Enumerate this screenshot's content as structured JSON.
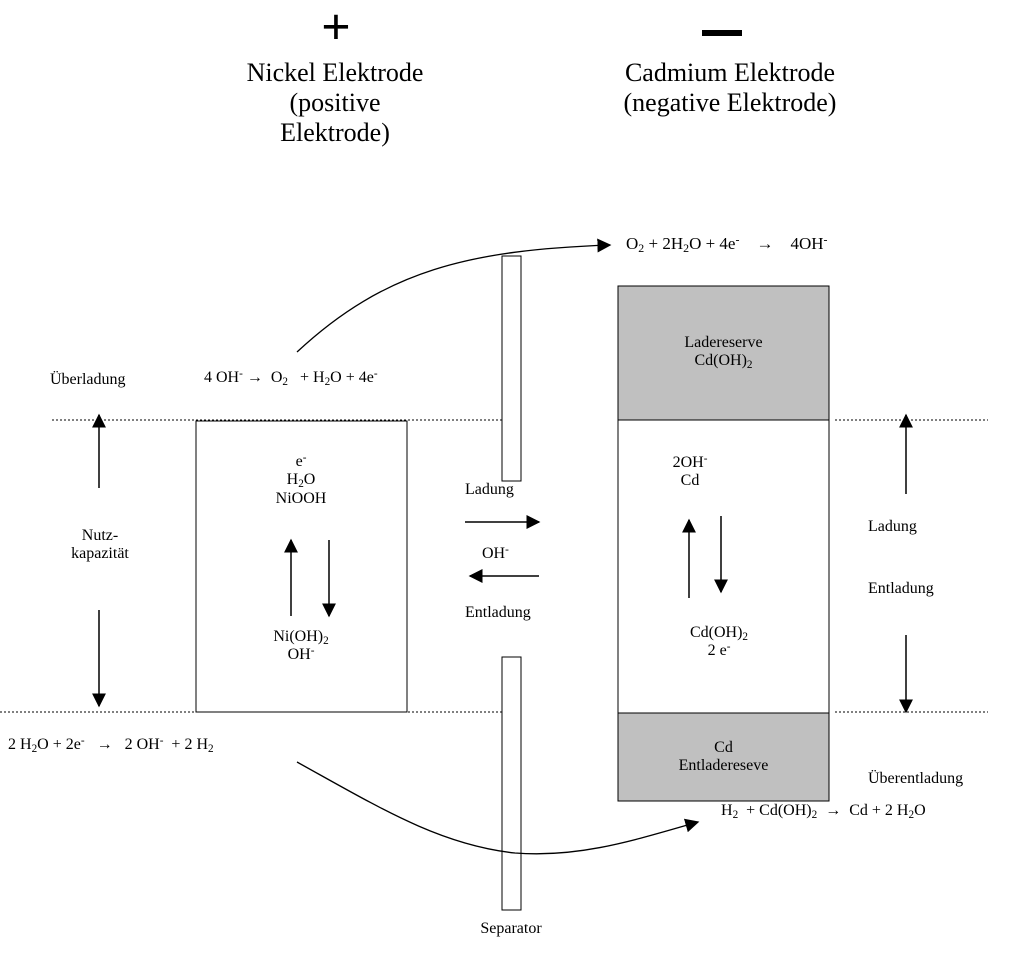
{
  "header": {
    "plus_symbol": "+",
    "minus_symbol": "–",
    "nickel_line1": "Nickel Elektrode",
    "nickel_line2": "(positive",
    "nickel_line3": "Elektrode)",
    "cadmium_line1": "Cadmium Elektrode",
    "cadmium_line2": "(negative Elektrode)"
  },
  "top_reaction": {
    "o2": "O",
    "o2_sub": "2",
    "plus_2": "+ 2H",
    "h2o_sub": "2",
    "o_plus_4e": "O + 4e",
    "e_sup": "-",
    "arrow": "→",
    "oh4": "4OH",
    "oh4_sup": "-"
  },
  "overcharge": {
    "label": "Überladung",
    "oh": "4 OH",
    "oh_sup": "-",
    "arrow": "→",
    "o": "O",
    "o_sub": "2",
    "plus_h": "+ H",
    "h_sub": "2",
    "o_plus_4e": "O + 4e",
    "e_sup": "-"
  },
  "reserve_top": {
    "line1": "Ladereserve",
    "line2_a": "Cd(OH)",
    "line2_sub": "2"
  },
  "left_margin": {
    "line1": "Nutz-",
    "line2": "kapazität"
  },
  "nickel_box": {
    "e": "e",
    "e_sup": "-",
    "h": "H",
    "h_sub": "2",
    "o": "O",
    "niooh": "NiOOH",
    "ni": "Ni(OH)",
    "ni_sub": "2",
    "oh": "OH",
    "oh_sup": "-"
  },
  "separator_middle": {
    "charge": "Ladung",
    "oh": "OH",
    "oh_sup": "-",
    "discharge": "Entladung"
  },
  "cadmium_box": {
    "oh": "2OH",
    "oh_sup": "-",
    "cd": "Cd",
    "cdoh": "Cd(OH)",
    "cdoh_sub": "2",
    "e": "2 e",
    "e_sup": "-"
  },
  "right_margin": {
    "charge": "Ladung",
    "discharge": "Entladung",
    "over": "Überentladung"
  },
  "reserve_bottom": {
    "line1": "Cd",
    "line2": "Entladereseve"
  },
  "bottom_reaction": {
    "start": "2 H",
    "h_sub": "2",
    "o_plus": "O  +  2e",
    "e_sup": "-",
    "arrow": "→",
    "oh": "2 OH",
    "oh_sup": "-",
    "plus_h": "+ 2 H",
    "h2_sub": "2"
  },
  "right_bottom_reaction": {
    "h": "H",
    "h_sub": "2",
    "plus_cd": "+  Cd(OH)",
    "cd_sub": "2",
    "arrow": "→",
    "cd_plus": "Cd  +  2 H",
    "h2_sub": "2",
    "o": "O"
  },
  "separator_label": "Separator"
}
